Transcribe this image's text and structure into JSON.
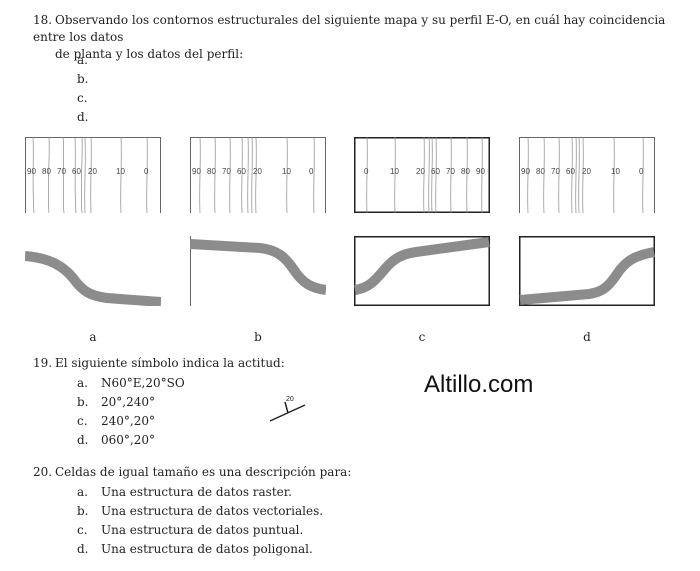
{
  "q18": {
    "number": "18.",
    "text_line1": "Observando los contornos estructurales del siguiente mapa y su perfil E-O, en cuál hay coincidencia entre los datos",
    "text_line2": "de planta y los datos del perfil:",
    "options": [
      "a.",
      "b.",
      "c.",
      "d."
    ],
    "panels": [
      {
        "caption": "a",
        "labels": [
          "90",
          "80",
          "70",
          "60",
          "20",
          "10",
          "0"
        ]
      },
      {
        "caption": "b",
        "labels": [
          "90",
          "80",
          "70",
          "60",
          "20",
          "10",
          "0"
        ]
      },
      {
        "caption": "c",
        "labels": [
          "0",
          "10",
          "20",
          "60",
          "70",
          "80",
          "90"
        ]
      },
      {
        "caption": "d",
        "labels": [
          "90",
          "80",
          "70",
          "60",
          "20",
          "10",
          "0"
        ]
      }
    ]
  },
  "q19": {
    "number": "19.",
    "text": "El siguiente símbolo indica la actitud:",
    "options": [
      {
        "letter": "a.",
        "text": "N60°E,20°SO"
      },
      {
        "letter": "b.",
        "text": "20°,240°"
      },
      {
        "letter": "c.",
        "text": "240°,20°"
      },
      {
        "letter": "d.",
        "text": "060°,20°"
      }
    ],
    "symbol_label": "20"
  },
  "q20": {
    "number": "20.",
    "text": "Celdas de igual tamaño es una descripción para:",
    "options": [
      {
        "letter": "a.",
        "text": "Una estructura de datos raster."
      },
      {
        "letter": "b.",
        "text": "Una estructura de datos vectoriales."
      },
      {
        "letter": "c.",
        "text": "Una estructura de datos puntual."
      },
      {
        "letter": "d.",
        "text": "Una estructura de datos poligonal."
      }
    ]
  },
  "watermark": "Altillo.com"
}
